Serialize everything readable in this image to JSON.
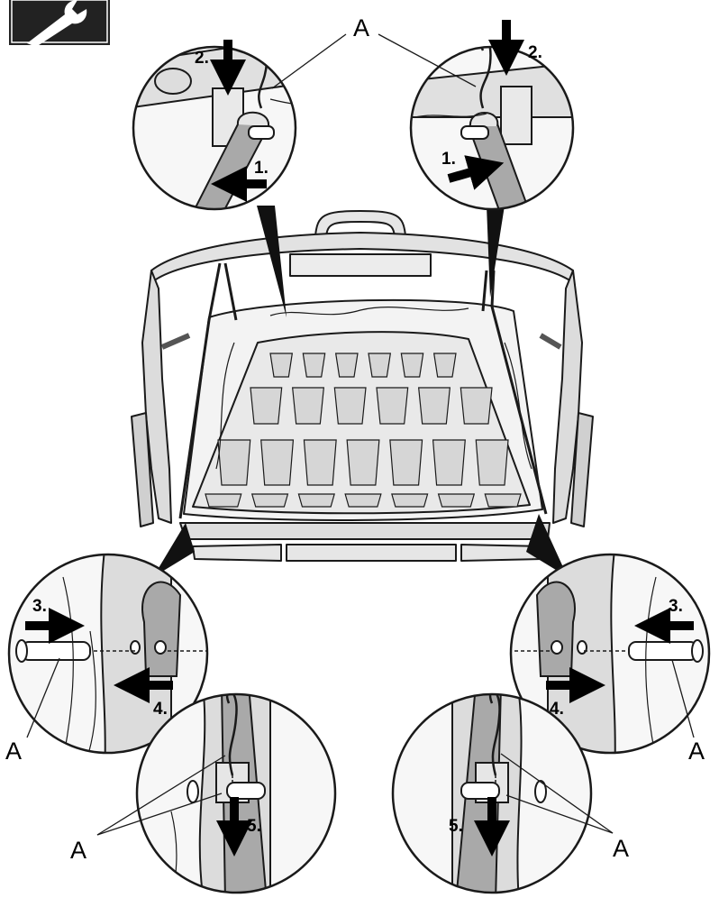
{
  "icon": {
    "name": "wrench-icon"
  },
  "callouts": {
    "a_letter": "A",
    "step1": "1.",
    "step2": "2.",
    "step3": "3.",
    "step4": "4.",
    "step5": "5."
  },
  "colors": {
    "line": "#1a1a1a",
    "strap": "#a9a9a9",
    "panel": "#dcdcdc",
    "icon_bg": "#222222"
  }
}
